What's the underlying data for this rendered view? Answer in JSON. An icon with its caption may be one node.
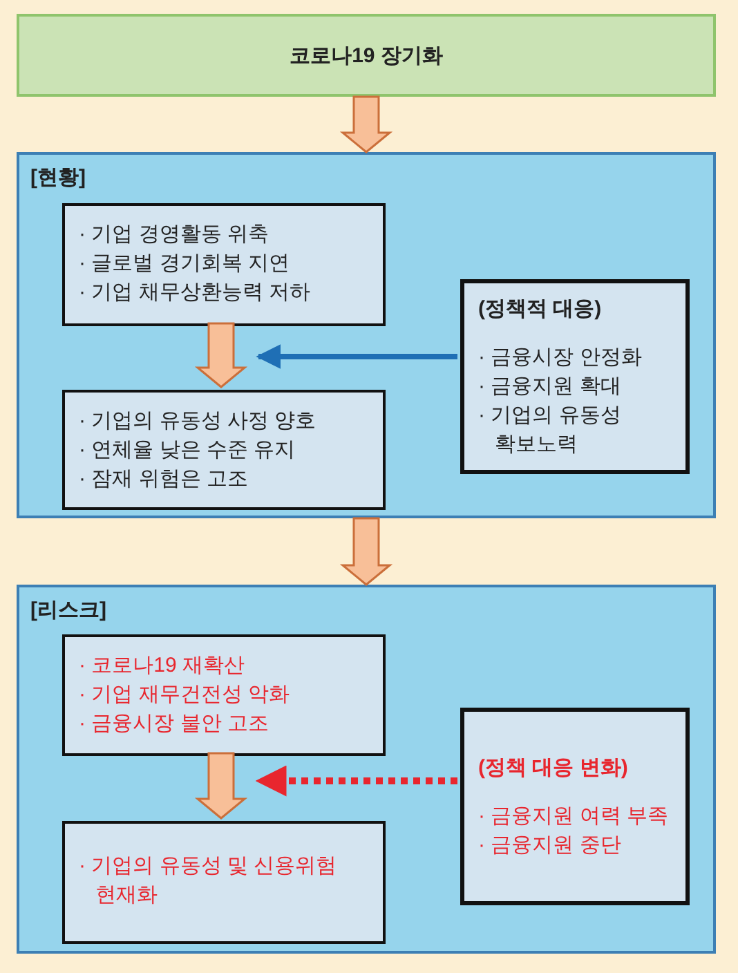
{
  "diagram": {
    "nodes": [
      {
        "text": [
          "코로나19 장기화"
        ]
      },
      {
        "text": [
          "[현황]"
        ]
      },
      {
        "text": [
          "· 기업 경영활동 위축",
          "· 글로벌 경기회복 지연",
          "· 기업 채무상환능력 저하"
        ],
        "in": 1
      },
      {
        "text": [
          "· 기업의 유동성 사정 양호",
          "· 연체율 낮은 수준 유지",
          "· 잠재 위험은 고조"
        ],
        "in": 1
      },
      {
        "text": [
          "(정책적 대응)",
          "· 금융시장 안정화",
          "· 금융지원 확대",
          "· 기업의 유동성 확보노력"
        ],
        "in": 1
      },
      {
        "text": [
          "[리스크]"
        ]
      },
      {
        "text": [
          "· 코로나19 재확산",
          "· 기업 재무건전성 악화",
          "· 금융시장 불안 고조"
        ],
        "in": 5
      },
      {
        "text": [
          "· 기업의 유동성 및 신용위험 현재화"
        ],
        "in": 5
      },
      {
        "text": [
          "(정책 대응 변화)",
          "· 금융지원 여력 부족",
          "· 금융지원 중단"
        ],
        "in": 5
      }
    ],
    "edges": [
      {
        "from": 0,
        "to": 1,
        "arrow": "to"
      },
      {
        "from": 2,
        "to": 3,
        "arrow": "to"
      },
      {
        "from": 4,
        "to": 3,
        "arrow": "to",
        "color": "#1f6fb5"
      },
      {
        "from": 1,
        "to": 5,
        "arrow": "to"
      },
      {
        "from": 6,
        "to": 7,
        "arrow": "to"
      },
      {
        "from": 8,
        "to": 6,
        "arrow": "to",
        "style": "dashed",
        "color": "#e8262e"
      }
    ]
  }
}
